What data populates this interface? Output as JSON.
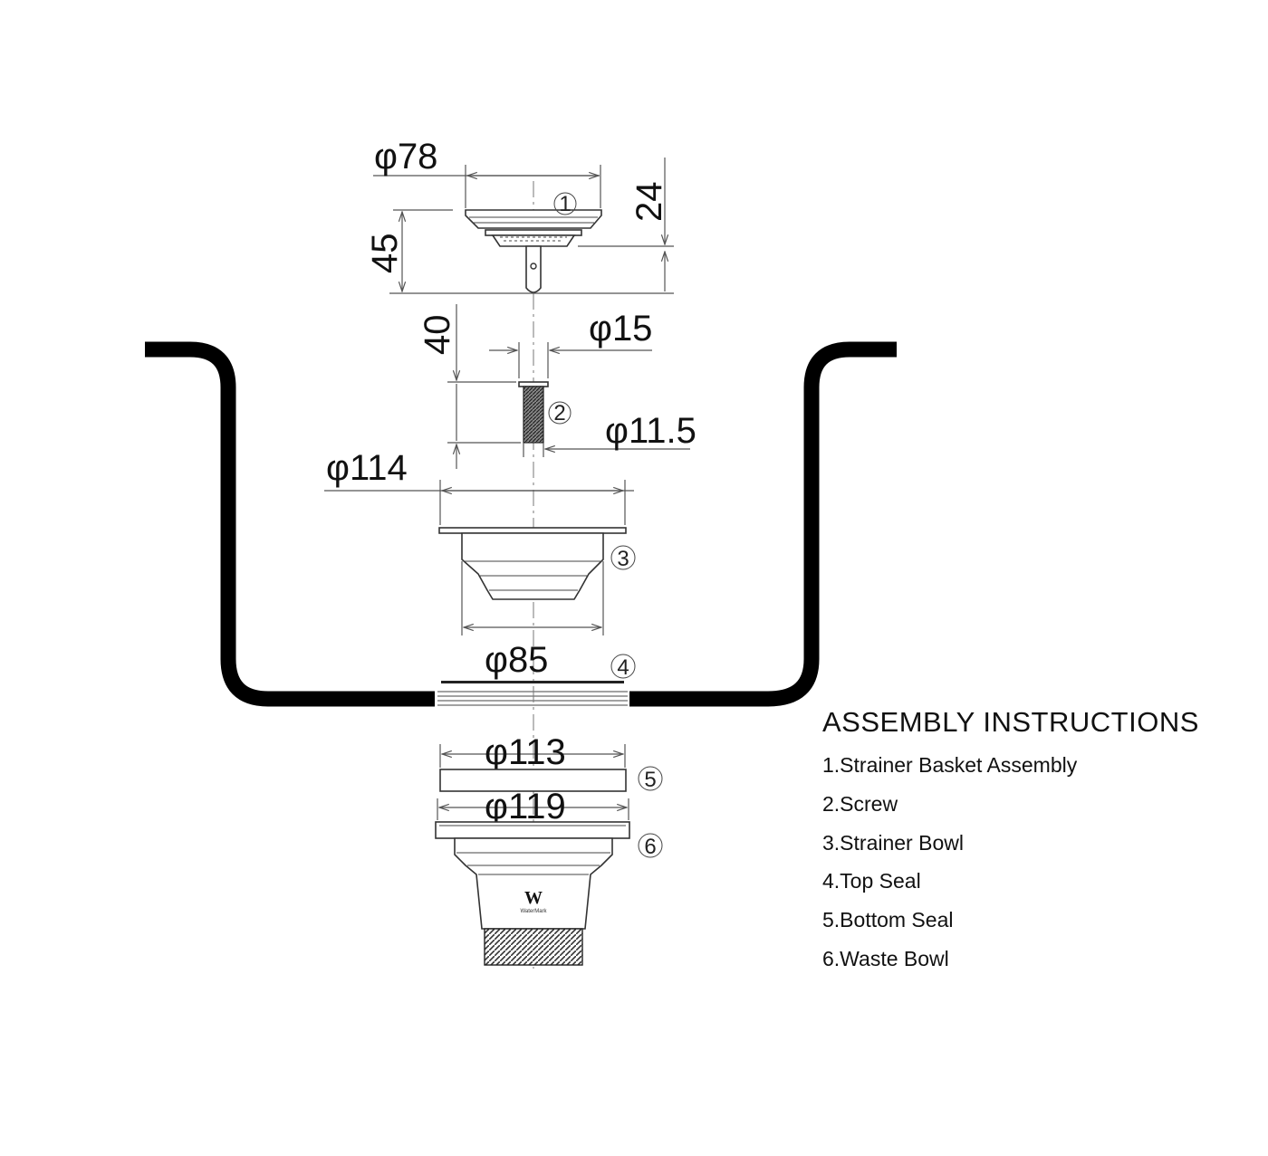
{
  "dimensions": {
    "d78": "φ78",
    "h24": "24",
    "h45": "45",
    "h40": "40",
    "d15": "φ15",
    "d11_5": "φ11.5",
    "d114": "φ114",
    "d85": "φ85",
    "d113": "φ113",
    "d119": "φ119"
  },
  "part_numbers": [
    "1",
    "2",
    "3",
    "4",
    "5",
    "6"
  ],
  "instructions": {
    "title": "ASSEMBLY INSTRUCTIONS",
    "items": [
      "1.Strainer Basket Assembly",
      "2.Screw",
      "3.Strainer Bowl",
      "4.Top Seal",
      "5.Bottom Seal",
      "6.Waste Bowl"
    ]
  },
  "logo": {
    "letter": "W",
    "caption": "WaterMark"
  }
}
